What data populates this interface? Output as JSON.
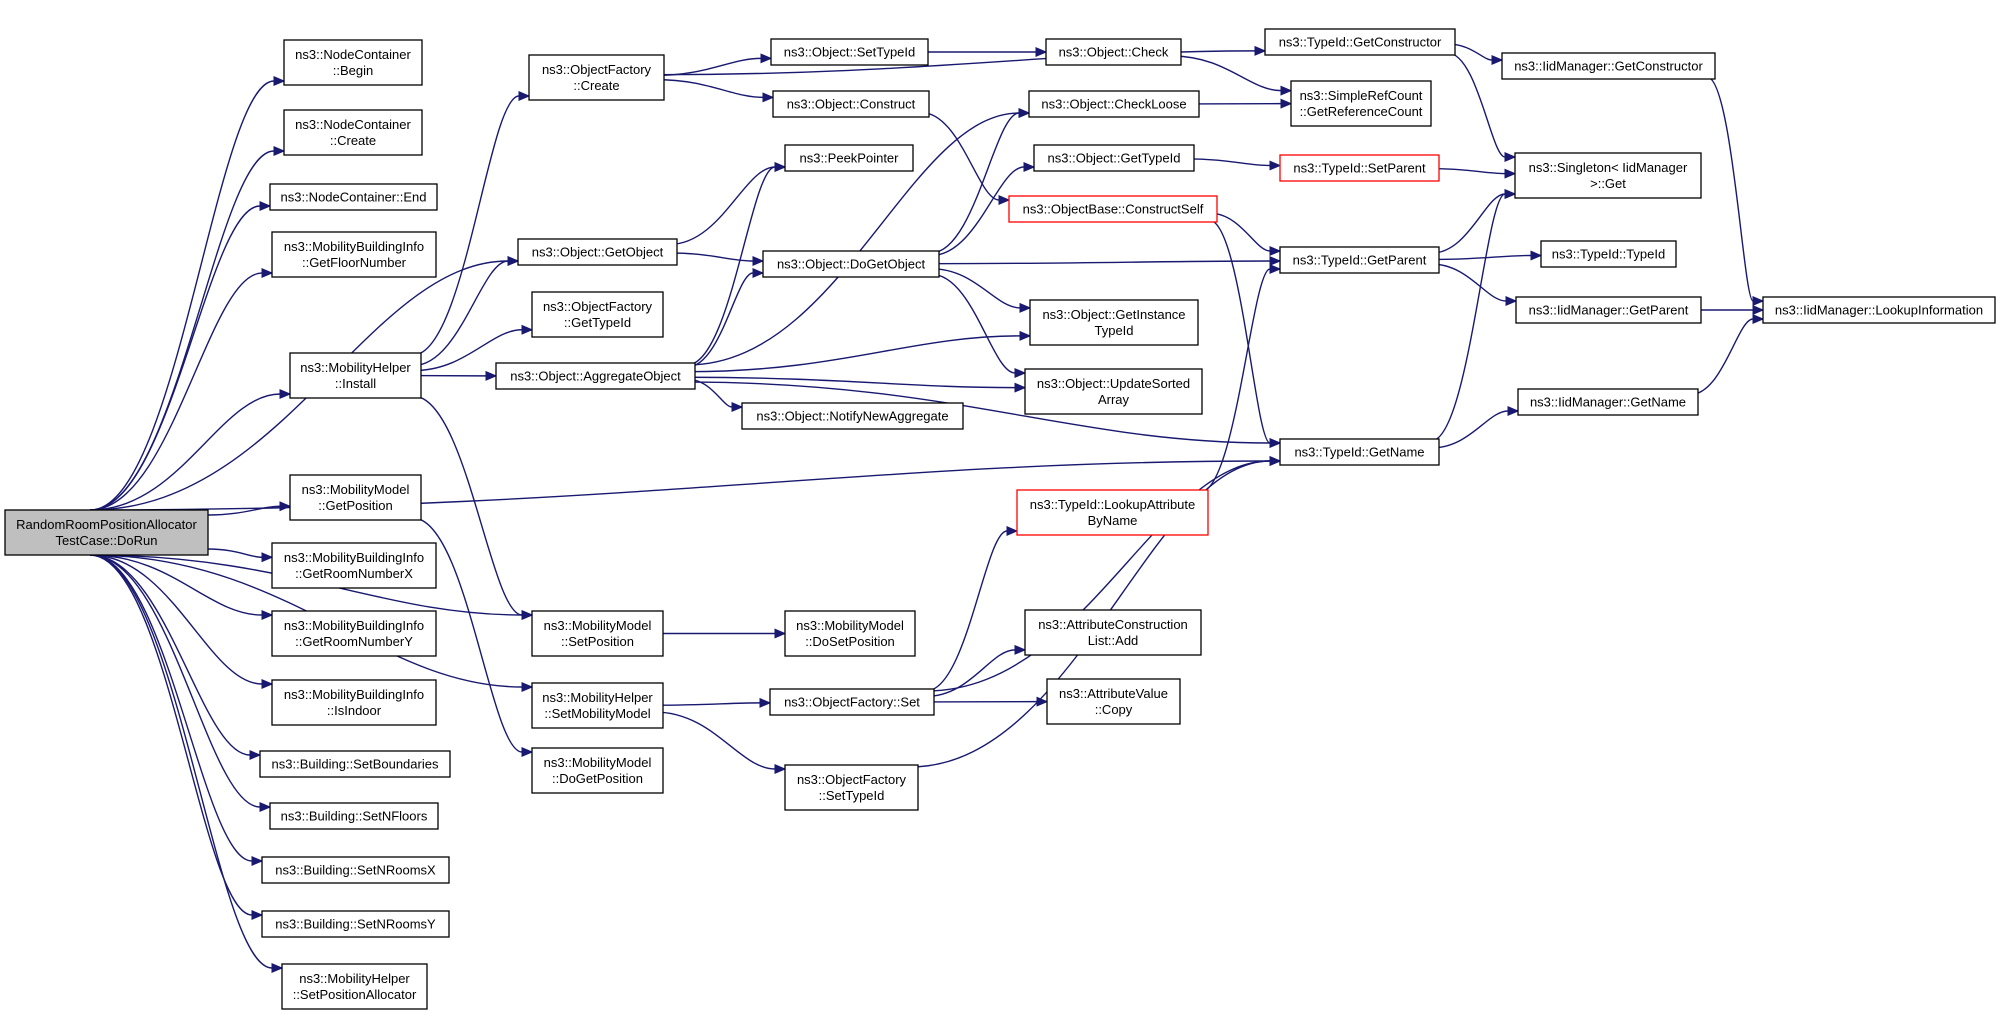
{
  "colors": {
    "edge": "#191970",
    "node_border": "#000000",
    "highlight_border": "#ff0000",
    "root_fill": "#bfbfbf"
  },
  "nodes": {
    "root": {
      "lines": [
        "RandomRoomPositionAllocator",
        "TestCase::DoRun"
      ],
      "kind": "root"
    },
    "ncBegin": {
      "lines": [
        "ns3::NodeContainer",
        "::Begin"
      ]
    },
    "ncCreate": {
      "lines": [
        "ns3::NodeContainer",
        "::Create"
      ]
    },
    "ncEnd": {
      "lines": [
        "ns3::NodeContainer::End"
      ]
    },
    "mbiFloor": {
      "lines": [
        "ns3::MobilityBuildingInfo",
        "::GetFloorNumber"
      ]
    },
    "mhInstall": {
      "lines": [
        "ns3::MobilityHelper",
        "::Install"
      ]
    },
    "mmGetPos": {
      "lines": [
        "ns3::MobilityModel",
        "::GetPosition"
      ]
    },
    "mbiRoomX": {
      "lines": [
        "ns3::MobilityBuildingInfo",
        "::GetRoomNumberX"
      ]
    },
    "mbiRoomY": {
      "lines": [
        "ns3::MobilityBuildingInfo",
        "::GetRoomNumberY"
      ]
    },
    "mbiIndoor": {
      "lines": [
        "ns3::MobilityBuildingInfo",
        "::IsIndoor"
      ]
    },
    "bSetBound": {
      "lines": [
        "ns3::Building::SetBoundaries"
      ]
    },
    "bSetNFloors": {
      "lines": [
        "ns3::Building::SetNFloors"
      ]
    },
    "bSetNRoomsX": {
      "lines": [
        "ns3::Building::SetNRoomsX"
      ]
    },
    "bSetNRoomsY": {
      "lines": [
        "ns3::Building::SetNRoomsY"
      ]
    },
    "mhSetPosAlloc": {
      "lines": [
        "ns3::MobilityHelper",
        "::SetPositionAllocator"
      ]
    },
    "ofCreate": {
      "lines": [
        "ns3::ObjectFactory",
        "::Create"
      ]
    },
    "oGetObject": {
      "lines": [
        "ns3::Object::GetObject"
      ]
    },
    "ofGetTypeId": {
      "lines": [
        "ns3::ObjectFactory",
        "::GetTypeId"
      ]
    },
    "oAggregate": {
      "lines": [
        "ns3::Object::AggregateObject"
      ]
    },
    "mmSetPos": {
      "lines": [
        "ns3::MobilityModel",
        "::SetPosition"
      ]
    },
    "mhSetMM": {
      "lines": [
        "ns3::MobilityHelper",
        "::SetMobilityModel"
      ]
    },
    "mmDoGetPos": {
      "lines": [
        "ns3::MobilityModel",
        "::DoGetPosition"
      ]
    },
    "oSetTypeId": {
      "lines": [
        "ns3::Object::SetTypeId"
      ]
    },
    "oConstruct": {
      "lines": [
        "ns3::Object::Construct"
      ]
    },
    "peekPointer": {
      "lines": [
        "ns3::PeekPointer"
      ]
    },
    "oDoGetObject": {
      "lines": [
        "ns3::Object::DoGetObject"
      ]
    },
    "oNotifyNewAgg": {
      "lines": [
        "ns3::Object::NotifyNewAggregate"
      ]
    },
    "mmDoSetPos": {
      "lines": [
        "ns3::MobilityModel",
        "::DoSetPosition"
      ]
    },
    "ofSet": {
      "lines": [
        "ns3::ObjectFactory::Set"
      ]
    },
    "ofSetTypeId": {
      "lines": [
        "ns3::ObjectFactory",
        "::SetTypeId"
      ]
    },
    "oCheck": {
      "lines": [
        "ns3::Object::Check"
      ]
    },
    "oCheckLoose": {
      "lines": [
        "ns3::Object::CheckLoose"
      ]
    },
    "oGetTypeId": {
      "lines": [
        "ns3::Object::GetTypeId"
      ]
    },
    "obConstructSelf": {
      "lines": [
        "ns3::ObjectBase::ConstructSelf"
      ],
      "kind": "red"
    },
    "oGetInstTypeId": {
      "lines": [
        "ns3::Object::GetInstance",
        "TypeId"
      ]
    },
    "oUpdateSorted": {
      "lines": [
        "ns3::Object::UpdateSorted",
        "Array"
      ]
    },
    "tiLookupAttr": {
      "lines": [
        "ns3::TypeId::LookupAttribute",
        "ByName"
      ],
      "kind": "red"
    },
    "acListAdd": {
      "lines": [
        "ns3::AttributeConstruction",
        "List::Add"
      ]
    },
    "avCopy": {
      "lines": [
        "ns3::AttributeValue",
        "::Copy"
      ]
    },
    "tiGetCtor": {
      "lines": [
        "ns3::TypeId::GetConstructor"
      ]
    },
    "srcGetRef": {
      "lines": [
        "ns3::SimpleRefCount",
        "::GetReferenceCount"
      ]
    },
    "tiSetParent": {
      "lines": [
        "ns3::TypeId::SetParent"
      ],
      "kind": "red"
    },
    "tiGetParent": {
      "lines": [
        "ns3::TypeId::GetParent"
      ]
    },
    "tiGetName": {
      "lines": [
        "ns3::TypeId::GetName"
      ]
    },
    "imGetCtor": {
      "lines": [
        "ns3::IidManager::GetConstructor"
      ]
    },
    "singletonGet": {
      "lines": [
        "ns3::Singleton< IidManager",
        " >::Get"
      ]
    },
    "tiTypeId": {
      "lines": [
        "ns3::TypeId::TypeId"
      ]
    },
    "imGetParent": {
      "lines": [
        "ns3::IidManager::GetParent"
      ]
    },
    "imGetName": {
      "lines": [
        "ns3::IidManager::GetName"
      ]
    },
    "imLookupInfo": {
      "lines": [
        "ns3::IidManager::LookupInformation"
      ]
    }
  },
  "edges": [
    [
      "root",
      "ncBegin"
    ],
    [
      "root",
      "ncCreate"
    ],
    [
      "root",
      "ncEnd"
    ],
    [
      "root",
      "mbiFloor"
    ],
    [
      "root",
      "oGetObject"
    ],
    [
      "root",
      "mhInstall"
    ],
    [
      "root",
      "mmGetPos"
    ],
    [
      "root",
      "mmSetPos"
    ],
    [
      "root",
      "mbiRoomX"
    ],
    [
      "root",
      "mbiRoomY"
    ],
    [
      "root",
      "mbiIndoor"
    ],
    [
      "root",
      "bSetBound"
    ],
    [
      "root",
      "bSetNFloors"
    ],
    [
      "root",
      "bSetNRoomsX"
    ],
    [
      "root",
      "bSetNRoomsY"
    ],
    [
      "root",
      "mhSetPosAlloc"
    ],
    [
      "root",
      "mhSetMM"
    ],
    [
      "root",
      "tiGetName"
    ],
    [
      "mhInstall",
      "ofCreate"
    ],
    [
      "mhInstall",
      "oGetObject"
    ],
    [
      "mhInstall",
      "ofGetTypeId"
    ],
    [
      "mhInstall",
      "oAggregate"
    ],
    [
      "mhInstall",
      "mmSetPos"
    ],
    [
      "mmGetPos",
      "mmDoGetPos"
    ],
    [
      "ofCreate",
      "oSetTypeId"
    ],
    [
      "ofCreate",
      "oConstruct"
    ],
    [
      "ofCreate",
      "tiGetCtor"
    ],
    [
      "oGetObject",
      "peekPointer"
    ],
    [
      "oGetObject",
      "oDoGetObject"
    ],
    [
      "oAggregate",
      "peekPointer"
    ],
    [
      "oAggregate",
      "oDoGetObject"
    ],
    [
      "oAggregate",
      "oCheckLoose"
    ],
    [
      "oAggregate",
      "oGetInstTypeId"
    ],
    [
      "oAggregate",
      "oUpdateSorted"
    ],
    [
      "oAggregate",
      "oNotifyNewAgg"
    ],
    [
      "oAggregate",
      "tiGetName"
    ],
    [
      "mmSetPos",
      "mmDoSetPos"
    ],
    [
      "mhSetMM",
      "ofSet"
    ],
    [
      "mhSetMM",
      "ofSetTypeId"
    ],
    [
      "oSetTypeId",
      "oCheck"
    ],
    [
      "oConstruct",
      "obConstructSelf"
    ],
    [
      "oDoGetObject",
      "oCheckLoose"
    ],
    [
      "oDoGetObject",
      "oGetTypeId"
    ],
    [
      "oDoGetObject",
      "tiGetParent"
    ],
    [
      "oDoGetObject",
      "oGetInstTypeId"
    ],
    [
      "oDoGetObject",
      "oUpdateSorted"
    ],
    [
      "ofSet",
      "tiLookupAttr"
    ],
    [
      "ofSet",
      "acListAdd"
    ],
    [
      "ofSet",
      "avCopy"
    ],
    [
      "ofSet",
      "tiGetName"
    ],
    [
      "ofSetTypeId",
      "tiGetName"
    ],
    [
      "oCheck",
      "srcGetRef"
    ],
    [
      "oCheckLoose",
      "srcGetRef"
    ],
    [
      "oGetTypeId",
      "tiSetParent"
    ],
    [
      "obConstructSelf",
      "tiGetParent"
    ],
    [
      "obConstructSelf",
      "tiGetName"
    ],
    [
      "tiLookupAttr",
      "tiGetParent"
    ],
    [
      "tiGetCtor",
      "imGetCtor"
    ],
    [
      "tiGetCtor",
      "singletonGet"
    ],
    [
      "tiSetParent",
      "singletonGet"
    ],
    [
      "tiGetParent",
      "singletonGet"
    ],
    [
      "tiGetParent",
      "tiTypeId"
    ],
    [
      "tiGetParent",
      "imGetParent"
    ],
    [
      "tiGetName",
      "singletonGet"
    ],
    [
      "tiGetName",
      "imGetName"
    ],
    [
      "imGetCtor",
      "imLookupInfo"
    ],
    [
      "imGetParent",
      "imLookupInfo"
    ],
    [
      "imGetName",
      "imLookupInfo"
    ]
  ]
}
